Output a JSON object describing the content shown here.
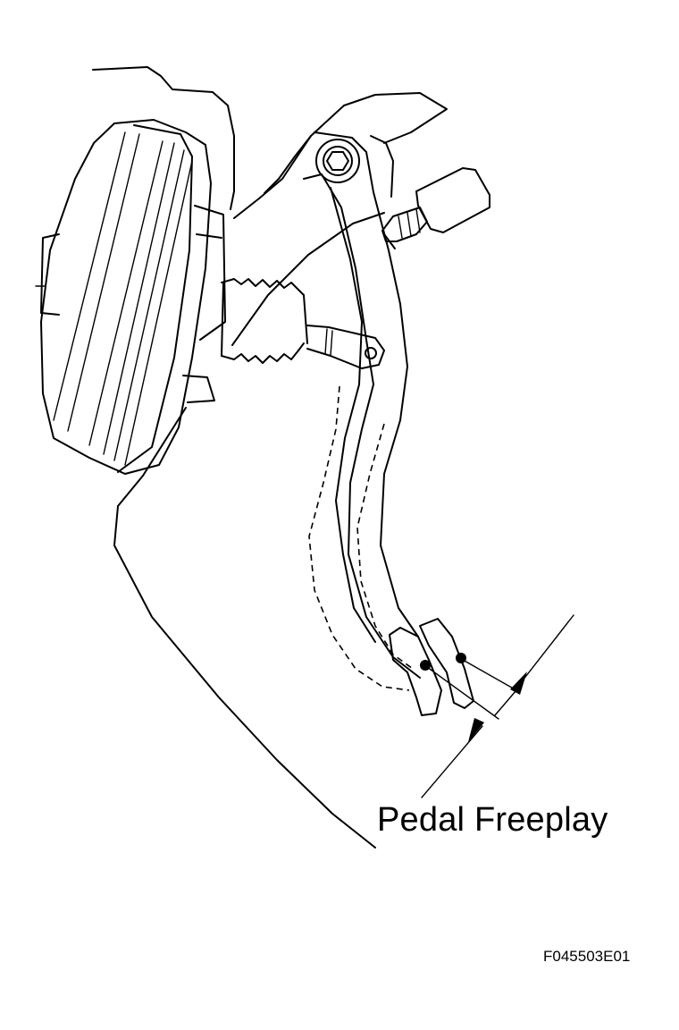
{
  "diagram": {
    "labels": {
      "pedal_freeplay": "Pedal Freeplay",
      "figure_id": "F045503E01"
    },
    "colors": {
      "ink": "#000000",
      "paper": "#ffffff"
    },
    "parts": [
      "brake-booster",
      "pushrod-boot",
      "clevis",
      "pedal-arm",
      "pedal-pad",
      "stop-light-switch",
      "pivot-bolt",
      "dimension-arrows"
    ]
  }
}
